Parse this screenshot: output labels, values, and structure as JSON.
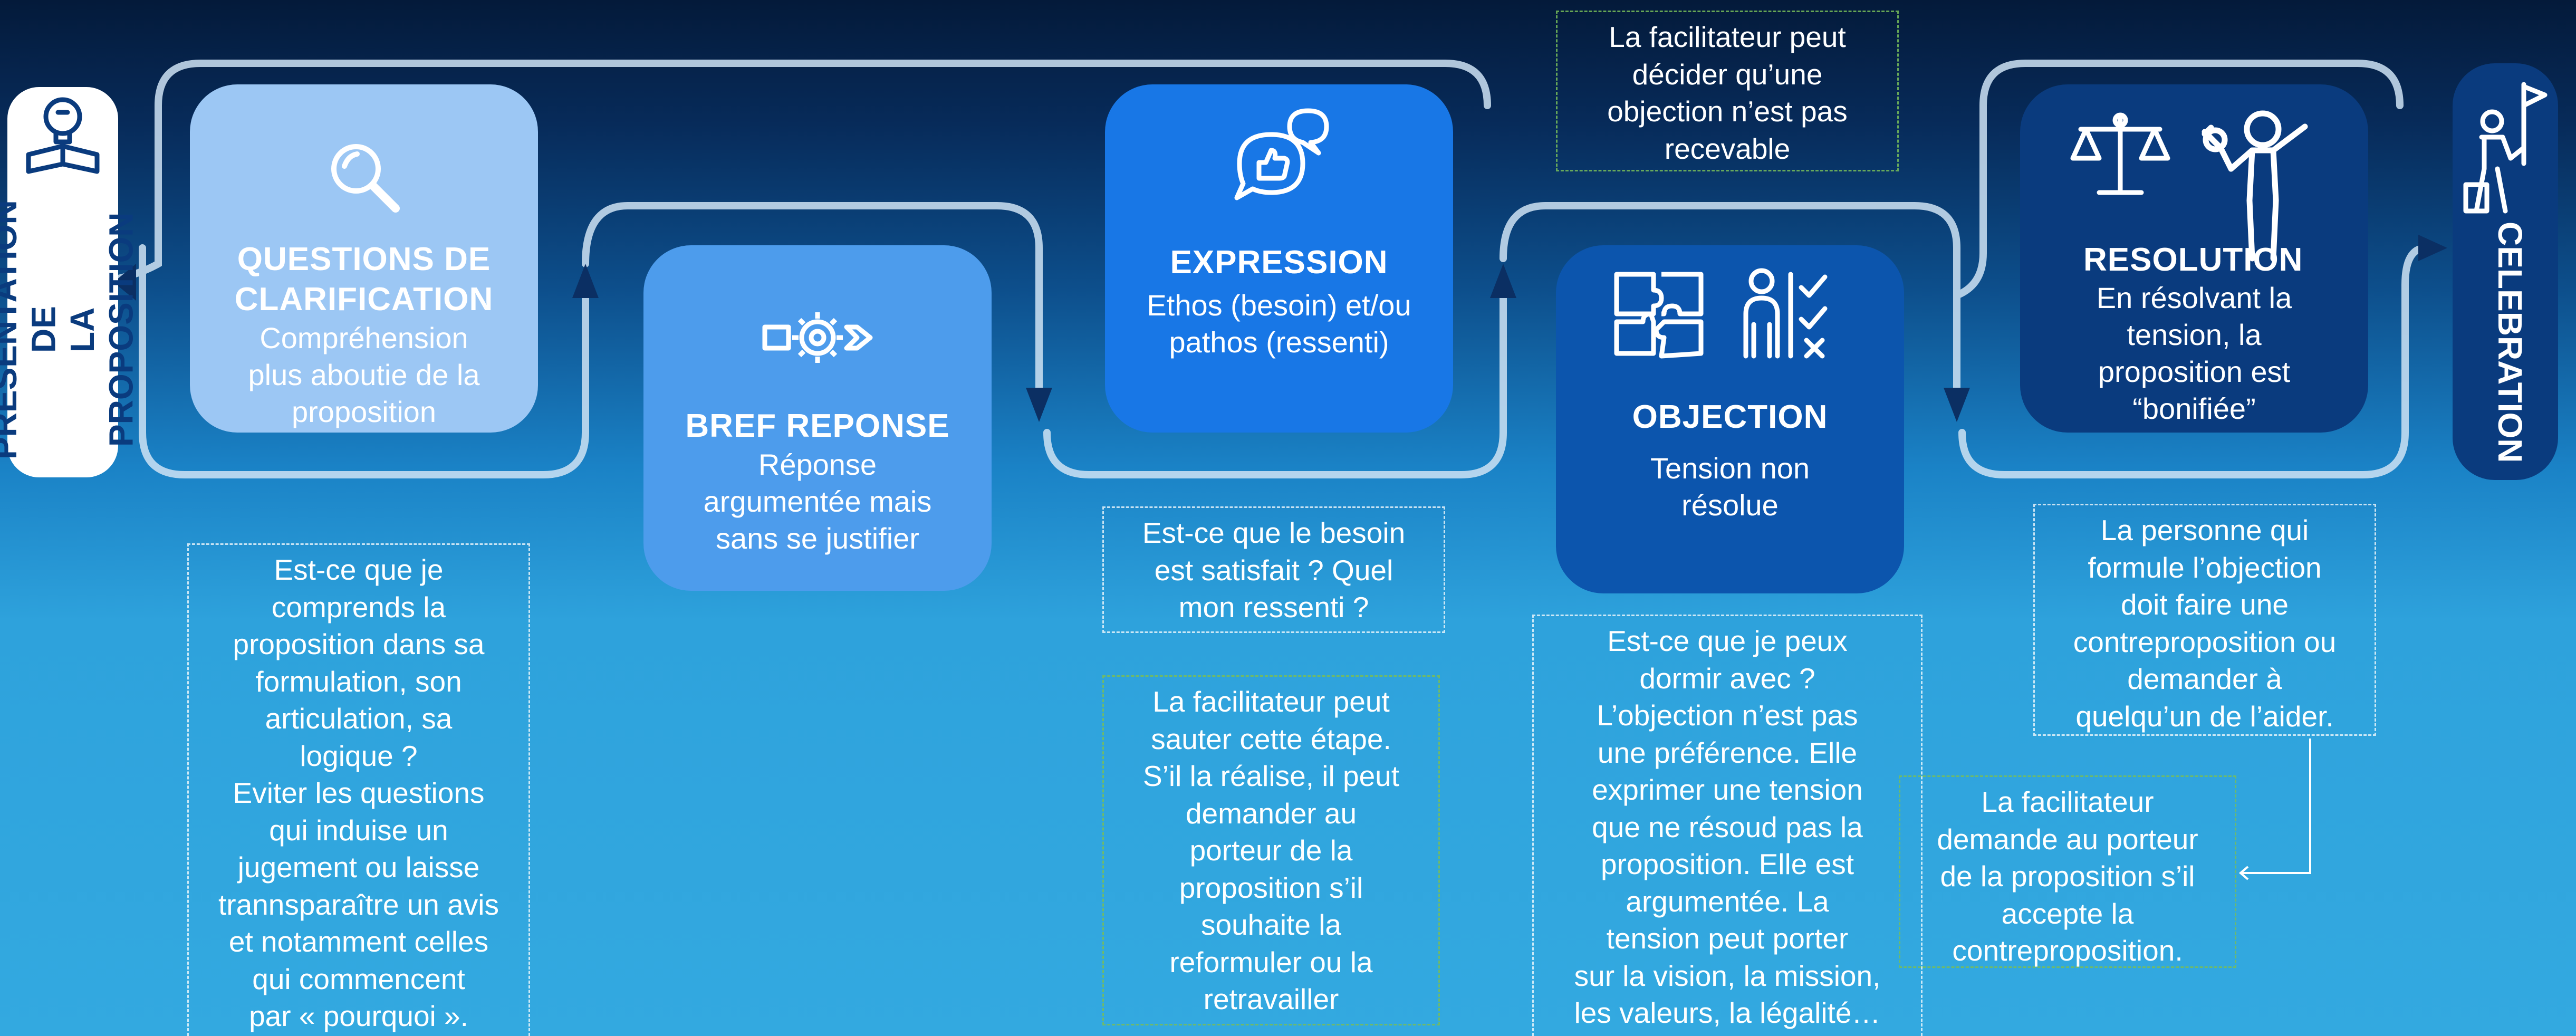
{
  "diagram": {
    "presentation_label": [
      "PRESENTATION DE",
      "LA PROPOSITION"
    ],
    "celebration_label": "CELEBRATION",
    "steps": [
      {
        "title": "QUESTIONS DE CLARIFICATION",
        "title_lines": [
          "QUESTIONS DE",
          "CLARIFICATION"
        ],
        "description_lines": [
          "Compréhension",
          "plus aboutie de la",
          "proposition"
        ],
        "icon": "magnifier-icon"
      },
      {
        "title": "BREF REPONSE",
        "description_lines": [
          "Réponse",
          "argumentée mais",
          "sans se justifier"
        ],
        "icon": "gear-arrow-icon"
      },
      {
        "title": "EXPRESSION",
        "description_lines": [
          "Ethos (besoin) et/ou",
          "pathos (ressenti)"
        ],
        "icon": "speech-bubbles-icon"
      },
      {
        "title": "OBJECTION",
        "description_lines": [
          "Tension non",
          "résolue"
        ],
        "icon": "puzzle-checklist-icon"
      },
      {
        "title": "RESOLUTION",
        "description_lines": [
          "En résolvant la",
          "tension, la",
          "proposition est",
          "“bonifiée”"
        ],
        "icon": "scales-person-icon"
      }
    ],
    "notes": {
      "clarification": [
        "Est-ce que je",
        "comprends la",
        "proposition dans sa",
        "formulation, son",
        "articulation, sa",
        "logique ?",
        "Eviter les questions",
        "qui induise un",
        "jugement ou laisse",
        "trannsparaître un avis",
        "et notamment celles",
        "qui commencent",
        "par « pourquoi »."
      ],
      "expression_question": [
        "Est-ce que le besoin",
        "est satisfait ? Quel",
        "mon ressenti ?"
      ],
      "expression_skip": [
        "La facilitateur peut",
        "sauter cette étape.",
        "S’il la réalise, il peut",
        "demander au",
        "porteur de la",
        "proposition s’il",
        "souhaite la",
        "reformuler ou la",
        "retravailler"
      ],
      "objection_receivable": [
        "La facilitateur peut",
        "décider qu’une",
        "objection n’est pas",
        "recevable"
      ],
      "objection_detail": [
        "Est-ce que je peux",
        "dormir avec ?",
        "L’objection n’est pas",
        "une préférence. Elle",
        "exprimer une tension",
        "que ne résoud pas la",
        "proposition. Elle est",
        "argumentée. La",
        "tension peut porter",
        "sur la vision, la mission,",
        "les valeurs, la légalité…"
      ],
      "resolution_counter": [
        "La personne qui",
        "formule l’objection",
        "doit faire une",
        "contreproposition ou",
        "demander à",
        "quelqu’un de l’aider."
      ],
      "resolution_accept": [
        "La facilitateur",
        "demande au porteur",
        "de la proposition s’il",
        "accepte la",
        "contreproposition."
      ]
    },
    "colors": {
      "clarification_box": "#9cc7f4",
      "bref_box": "#4d9cec",
      "expression_box": "#1877e6",
      "objection_box": "#0c55ad",
      "resolution_box": "#0a3b7e",
      "presentation_bg": "#ffffff",
      "presentation_text": "#0a3b7e",
      "celebration_bg": "#0a3b7e"
    }
  }
}
